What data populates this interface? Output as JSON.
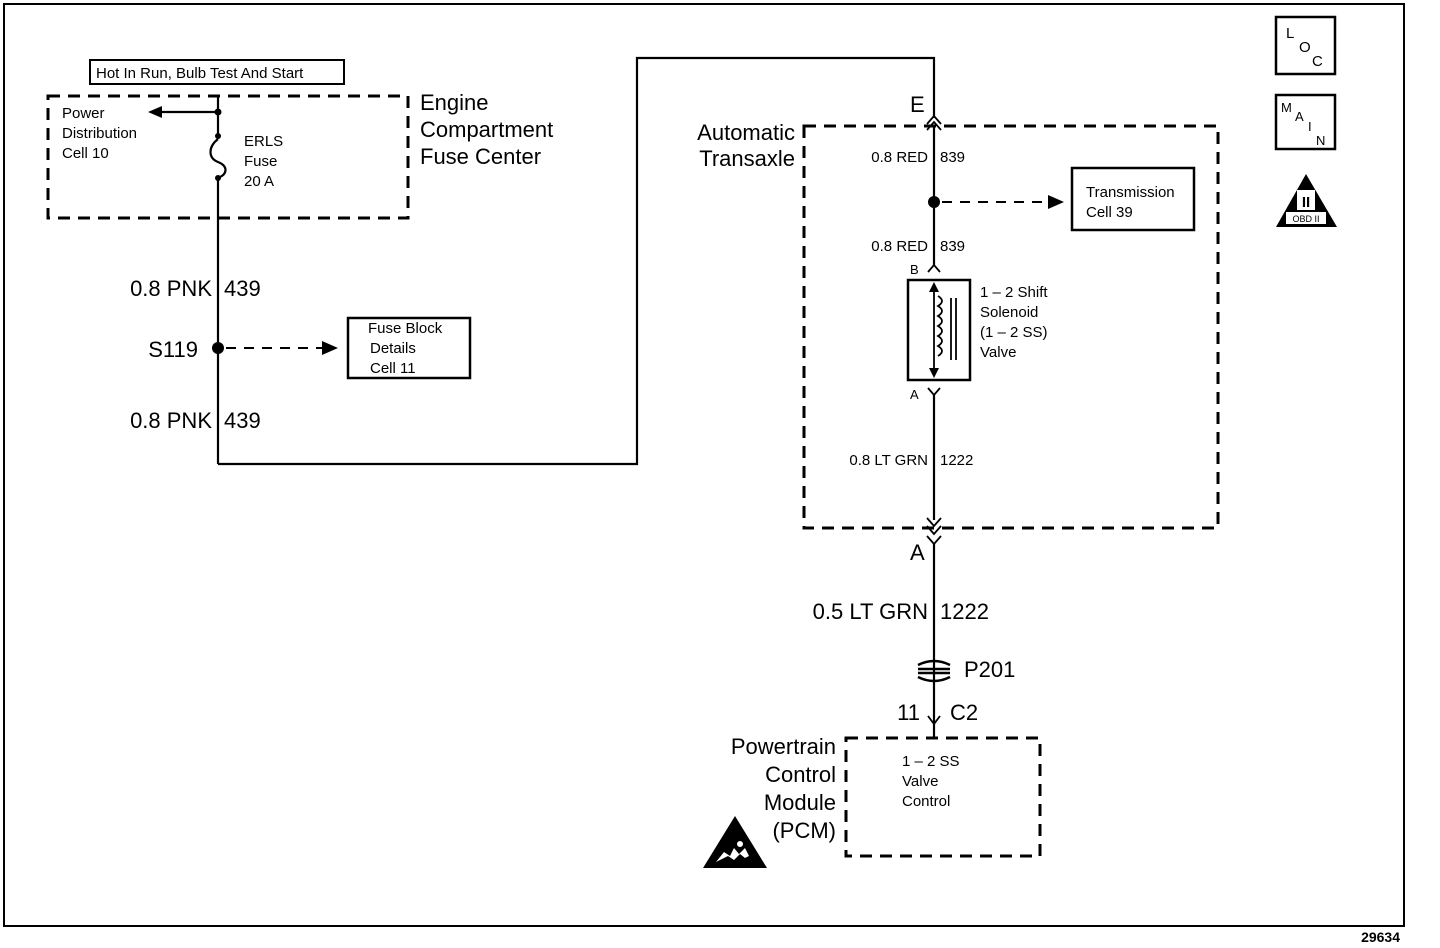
{
  "header_box": {
    "text": "Hot In Run, Bulb Test And Start"
  },
  "engine_fuse_center": {
    "title_lines": [
      "Engine",
      "Compartment",
      "Fuse Center"
    ],
    "power_dist_lines": [
      "Power",
      "Distribution",
      "Cell 10"
    ],
    "fuse_lines": [
      "ERLS",
      "Fuse",
      "20 A"
    ]
  },
  "left_circuit": {
    "wire_top": "0.8 PNK",
    "circuit_top": "439",
    "splice": "S119",
    "wire_bottom": "0.8 PNK",
    "circuit_bottom": "439",
    "fuse_block_lines": [
      "Fuse Block",
      "Details",
      "Cell 11"
    ]
  },
  "transaxle": {
    "title_lines": [
      "Automatic",
      "Transaxle"
    ],
    "connector_e": "E",
    "wire_1": "0.8 RED",
    "circuit_1": "839",
    "transmission_lines": [
      "Transmission",
      "Cell 39"
    ],
    "wire_2": "0.8 RED",
    "circuit_2": "839",
    "pin_b": "B",
    "solenoid_lines": [
      "1 – 2 Shift",
      "Solenoid",
      "(1 – 2 SS)",
      "Valve"
    ],
    "pin_a_inner": "A",
    "wire_3": "0.8 LT GRN",
    "circuit_3": "1222"
  },
  "lower_circuit": {
    "connector_a": "A",
    "wire": "0.5 LT GRN",
    "circuit": "1222",
    "connector_p201": "P201",
    "pin_11": "11",
    "connector_c2": "C2"
  },
  "pcm": {
    "title_lines": [
      "Powertrain",
      "Control",
      "Module",
      "(PCM)"
    ],
    "content_lines": [
      "1 – 2 SS",
      "Valve",
      "Control"
    ]
  },
  "icons": {
    "loc": [
      "L",
      "O",
      "C"
    ],
    "main": [
      "M",
      "A",
      "I",
      "N"
    ],
    "obd": {
      "roman": "II",
      "caption": "OBD II"
    }
  },
  "figure_number": "29634"
}
